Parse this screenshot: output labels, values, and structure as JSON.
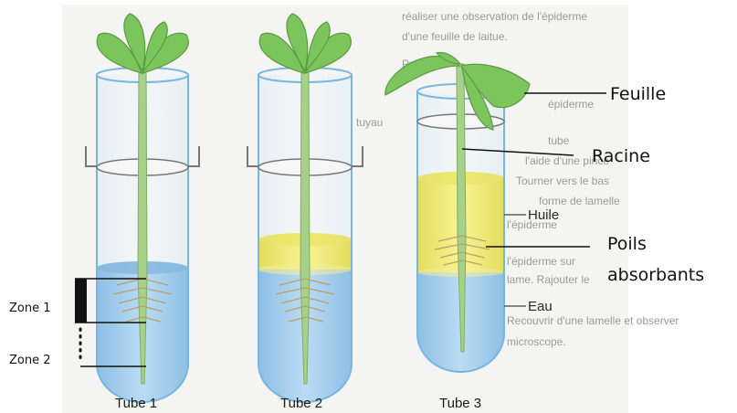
{
  "colors": {
    "water": "#7fb8e3",
    "oil": "#f2e21a",
    "plant_stem": "#a7d08a",
    "leaf": "#7cc45c",
    "glass": "#dff0fa"
  },
  "background_text_lines": [
    "réaliser une observation de l'épiderme",
    "d'une feuille de laitue.",
    "Protocole",
    "épiderme",
    "tuyau",
    "tube",
    "l'aide d'une pince",
    "Tourner vers le bas",
    "forme de lamelle",
    "l'épiderme",
    "l'épiderme sur",
    "lame. Rajouter le",
    "Recouvrir d'une lamelle et observer",
    "microscope."
  ],
  "tubes": [
    {
      "label": "Tube 1"
    },
    {
      "label": "Tube 2"
    },
    {
      "label": "Tube 3"
    }
  ],
  "callouts": {
    "feuille": "Feuille",
    "racine": "Racine",
    "huile": "Huile",
    "poils_line1": "Poils",
    "poils_line2": "absorbants",
    "eau": "Eau"
  },
  "zones": {
    "zone1": "Zone 1",
    "zone2": "Zone 2"
  }
}
